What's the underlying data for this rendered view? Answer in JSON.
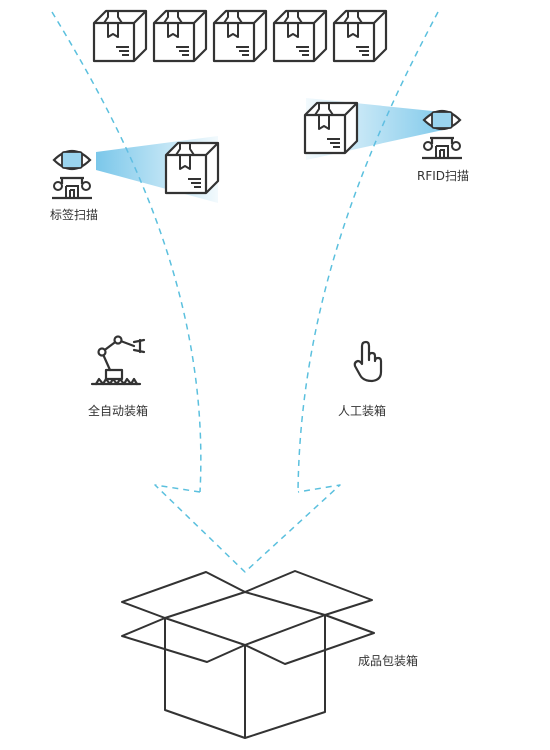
{
  "labels": {
    "label_scan": "标签扫描",
    "rfid_scan": "RFID扫描",
    "auto_packing": "全自动装箱",
    "manual_packing": "人工装箱",
    "finished_packing": "成品包装箱"
  },
  "icons": {
    "package": "package-icon",
    "scanner": "scanner-robot-icon",
    "robot_arm": "robot-arm-icon",
    "hand": "pointing-hand-icon",
    "open_box": "open-box-icon"
  },
  "colors": {
    "line": "#333333",
    "dashed_arrow": "#5bc0de",
    "beam": "#7ecbea"
  }
}
